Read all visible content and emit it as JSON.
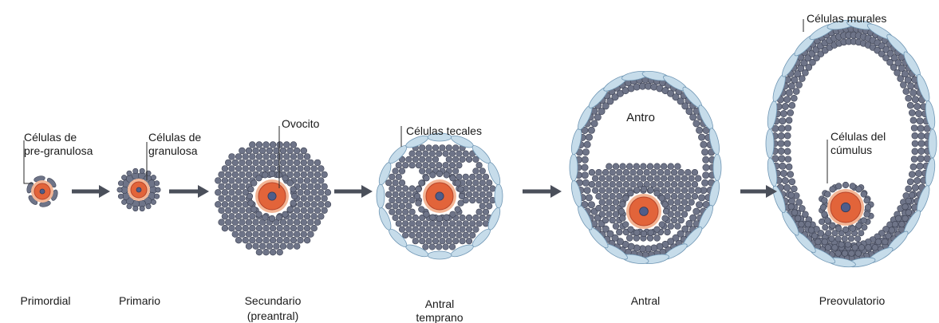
{
  "colors": {
    "granulosa_cell": "#6e7488",
    "granulosa_cell_stroke": "#3c4152",
    "oocyte": "#e2643a",
    "oocyte_ring": "#f3b595",
    "nucleus": "#4f5d8a",
    "theca_cell": "#c6dcea",
    "theca_stroke": "#6f96b4",
    "arrow": "#4a4f5a"
  },
  "callouts": {
    "pregranulosa_line1": "Células de",
    "pregranulosa_line2": "pre-granulosa",
    "granulosa_line1": "Células de",
    "granulosa_line2": "granulosa",
    "ovocito": "Ovocito",
    "tecales": "Células tecales",
    "antro": "Antro",
    "murales": "Células murales",
    "cumulus_line1": "Células del",
    "cumulus_line2": "cúmulus"
  },
  "stages": {
    "primordial": "Primordial",
    "primario": "Primario",
    "secundario_line1": "Secundario",
    "secundario_line2": "(preantral)",
    "antral_temprano_line1": "Antral",
    "antral_temprano_line2": "temprano",
    "antral": "Antral",
    "preovulatorio": "Preovulatorio"
  }
}
